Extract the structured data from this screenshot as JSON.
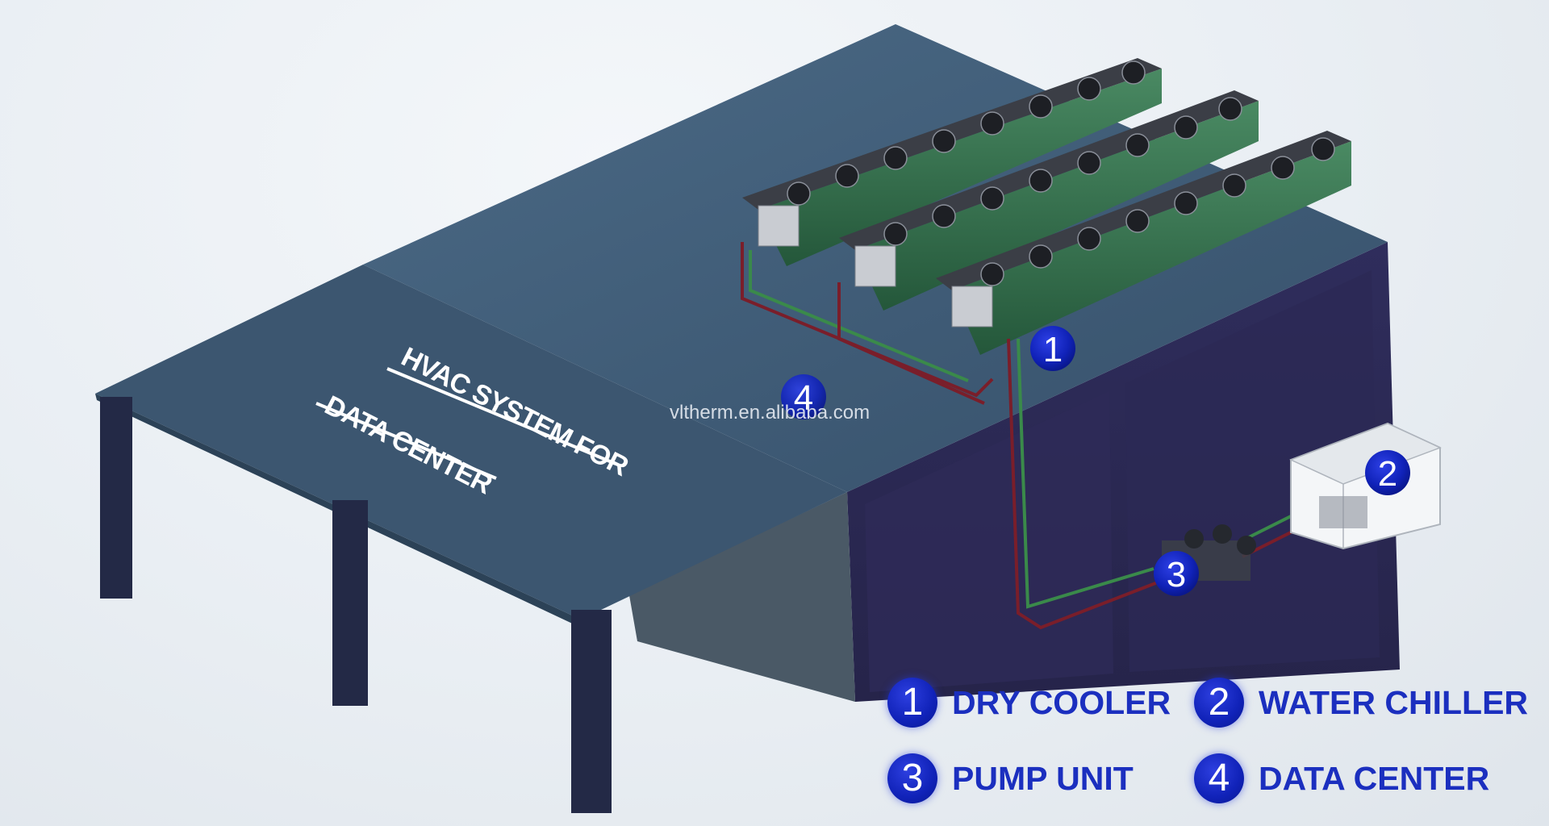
{
  "roof_title": {
    "line1": "HVAC SYSTEM FOR",
    "line2": "DATA CENTER"
  },
  "watermark": "vltherm.en.alibaba.com",
  "markers": [
    {
      "number": "1"
    },
    {
      "number": "2"
    },
    {
      "number": "3"
    },
    {
      "number": "4"
    }
  ],
  "legend": [
    {
      "number": "1",
      "label": "DRY COOLER"
    },
    {
      "number": "2",
      "label": "WATER CHILLER"
    },
    {
      "number": "3",
      "label": "PUMP UNIT"
    },
    {
      "number": "4",
      "label": "DATA CENTER"
    }
  ],
  "colors": {
    "roof": "#3f5a73",
    "wall": "#2b2a52",
    "cooler_green": "#2f6b46",
    "pipe_red": "#7a1e2a",
    "pipe_green": "#3a8a4a",
    "marker_blue": "#1428c8",
    "legend_text": "#1b2fbf"
  }
}
